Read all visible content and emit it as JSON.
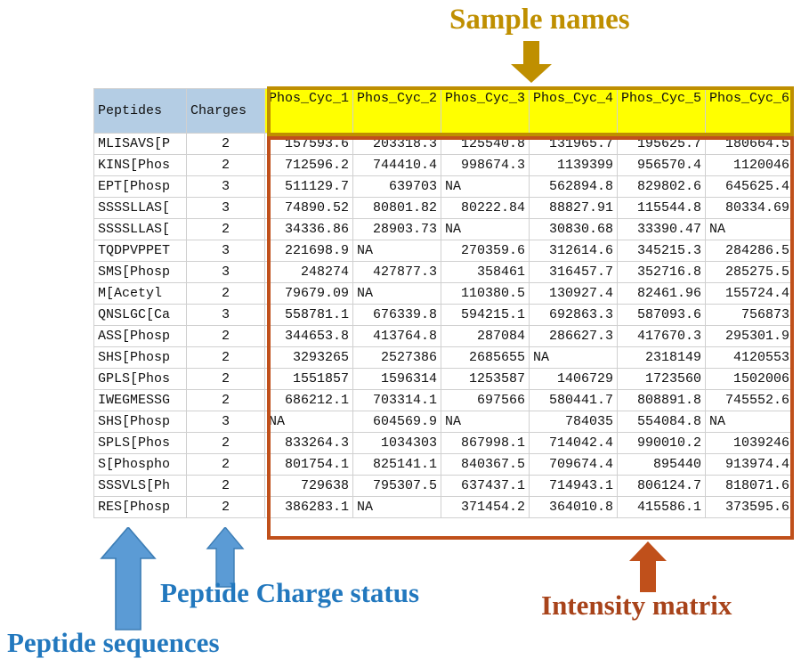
{
  "annotations": {
    "sample_names": {
      "text": "Sample names",
      "color": "#bf8f00"
    },
    "peptide_charge_status": {
      "text": "Peptide Charge status",
      "color": "#2278be"
    },
    "peptide_sequences": {
      "text": "Peptide sequences",
      "color": "#2278be"
    },
    "intensity_matrix": {
      "text": "Intensity matrix",
      "color": "#a8431a"
    }
  },
  "table": {
    "headers": {
      "peptides": "Peptides",
      "charges": "Charges",
      "samples": [
        "Phos_Cyc_1",
        "Phos_Cyc_2",
        "Phos_Cyc_3",
        "Phos_Cyc_4",
        "Phos_Cyc_5",
        "Phos_Cyc_6"
      ]
    },
    "rows": [
      {
        "peptide": "MLISAVS[P",
        "charge": "2",
        "values": [
          "157593.6",
          "203318.3",
          "125540.8",
          "131965.7",
          "195625.7",
          "180664.5"
        ]
      },
      {
        "peptide": "KINS[Phos",
        "charge": "2",
        "values": [
          "712596.2",
          "744410.4",
          "998674.3",
          "1139399",
          "956570.4",
          "1120046"
        ]
      },
      {
        "peptide": "EPT[Phosp",
        "charge": "3",
        "values": [
          "511129.7",
          "639703",
          "NA",
          "562894.8",
          "829802.6",
          "645625.4"
        ]
      },
      {
        "peptide": "SSSSLLAS[",
        "charge": "3",
        "values": [
          "74890.52",
          "80801.82",
          "80222.84",
          "88827.91",
          "115544.8",
          "80334.69"
        ]
      },
      {
        "peptide": "SSSSLLAS[",
        "charge": "2",
        "values": [
          "34336.86",
          "28903.73",
          "NA",
          "30830.68",
          "33390.47",
          "NA"
        ]
      },
      {
        "peptide": "TQDPVPPET",
        "charge": "3",
        "values": [
          "221698.9",
          "NA",
          "270359.6",
          "312614.6",
          "345215.3",
          "284286.5"
        ]
      },
      {
        "peptide": "SMS[Phosp",
        "charge": "3",
        "values": [
          "248274",
          "427877.3",
          "358461",
          "316457.7",
          "352716.8",
          "285275.5"
        ]
      },
      {
        "peptide": "M[Acetyl",
        "charge": "2",
        "values": [
          "79679.09",
          "NA",
          "110380.5",
          "130927.4",
          "82461.96",
          "155724.4"
        ]
      },
      {
        "peptide": "QNSLGC[Ca",
        "charge": "3",
        "values": [
          "558781.1",
          "676339.8",
          "594215.1",
          "692863.3",
          "587093.6",
          "756873"
        ]
      },
      {
        "peptide": "ASS[Phosp",
        "charge": "2",
        "values": [
          "344653.8",
          "413764.8",
          "287084",
          "286627.3",
          "417670.3",
          "295301.9"
        ]
      },
      {
        "peptide": "SHS[Phosp",
        "charge": "2",
        "values": [
          "3293265",
          "2527386",
          "2685655",
          "NA",
          "2318149",
          "4120553"
        ]
      },
      {
        "peptide": "GPLS[Phos",
        "charge": "2",
        "values": [
          "1551857",
          "1596314",
          "1253587",
          "1406729",
          "1723560",
          "1502006"
        ]
      },
      {
        "peptide": "IWEGMESSG",
        "charge": "2",
        "values": [
          "686212.1",
          "703314.1",
          "697566",
          "580441.7",
          "808891.8",
          "745552.6"
        ]
      },
      {
        "peptide": "SHS[Phosp",
        "charge": "3",
        "values": [
          "NA",
          "604569.9",
          "NA",
          "784035",
          "554084.8",
          "NA"
        ]
      },
      {
        "peptide": "SPLS[Phos",
        "charge": "2",
        "values": [
          "833264.3",
          "1034303",
          "867998.1",
          "714042.4",
          "990010.2",
          "1039246"
        ]
      },
      {
        "peptide": "S[Phospho",
        "charge": "2",
        "values": [
          "801754.1",
          "825141.1",
          "840367.5",
          "709674.4",
          "895440",
          "913974.4"
        ]
      },
      {
        "peptide": "SSSVLS[Ph",
        "charge": "2",
        "values": [
          "729638",
          "795307.5",
          "637437.1",
          "714943.1",
          "806124.7",
          "818071.6"
        ]
      },
      {
        "peptide": "RES[Phosp",
        "charge": "2",
        "values": [
          "386283.1",
          "NA",
          "371454.2",
          "364010.8",
          "415586.1",
          "373595.6"
        ]
      }
    ]
  },
  "colors": {
    "header_peptide_bg": "#b4cde4",
    "header_sample_bg": "#ffff00",
    "sample_box_border": "#bf8f00",
    "intensity_box_border": "#c0501b",
    "blue_arrow": "#4a90c4",
    "orange_arrow": "#c0501b",
    "gold_arrow": "#bf8f00"
  }
}
